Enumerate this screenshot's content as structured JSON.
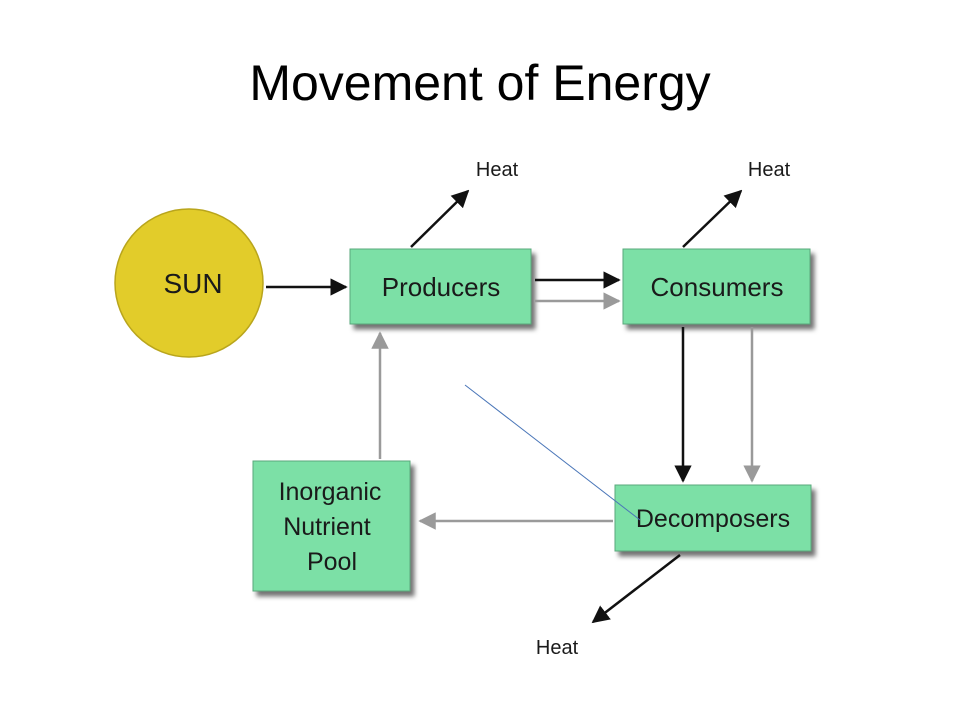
{
  "slide": {
    "title": "Movement of Energy"
  },
  "diagram": {
    "nodes": {
      "sun": "SUN",
      "producers": "Producers",
      "consumers": "Consumers",
      "decomposers": "Decomposers",
      "nutrient_pool": [
        "Inorganic",
        "Nutrient",
        "Pool"
      ]
    },
    "heat_labels": {
      "producers": "Heat",
      "consumers": "Heat",
      "decomposers": "Heat"
    },
    "colors": {
      "sun_fill": "#e2cc2a",
      "box_fill": "#7be0a6",
      "energy_arrow": "#111111",
      "nutrient_arrow": "#9a9a9a",
      "annotation_line": "#4a76b8"
    }
  }
}
